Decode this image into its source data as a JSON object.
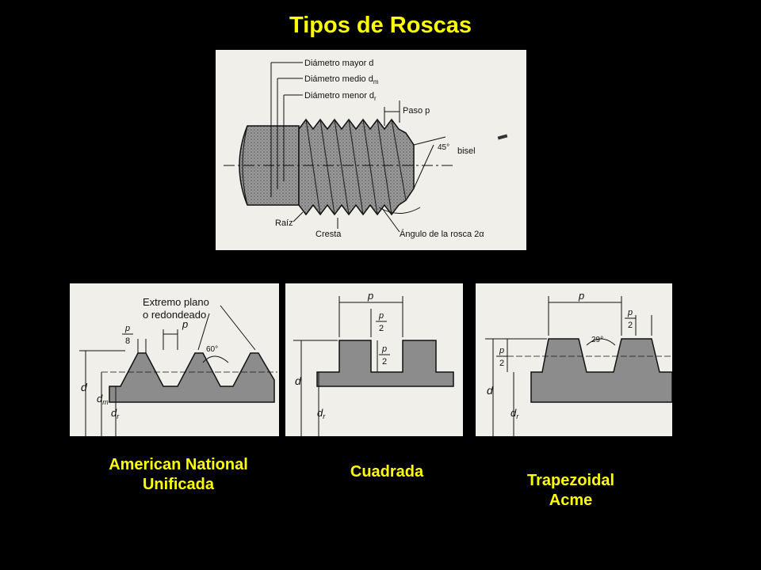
{
  "title": "Tipos de Roscas",
  "main_figure": {
    "diametro_mayor": "Diámetro mayor d",
    "diametro_medio": "Diámetro medio d",
    "diametro_medio_sub": "m",
    "diametro_menor": "Diámetro menor d",
    "diametro_menor_sub": "r",
    "paso": "Paso p",
    "angulo_bisel": "45°",
    "bisel": "bisel",
    "raiz": "Raíz",
    "cresta": "Cresta",
    "angulo_rosca": "Ángulo de la rosca 2α"
  },
  "panels": [
    {
      "name": "American National Unificada",
      "line1": "American National",
      "line2": "Unificada",
      "extremo_line1": "Extremo plano",
      "extremo_line2": "o redondeado",
      "p": "p",
      "p_8_num": "p",
      "p_8_den": "8",
      "angle": "60°",
      "d": "d",
      "dm": "d",
      "dm_sub": "m",
      "dr": "d",
      "dr_sub": "r"
    },
    {
      "name": "Cuadrada",
      "line1": "Cuadrada",
      "p": "p",
      "p2_num": "p",
      "p2_den": "2",
      "d": "d",
      "dr": "d",
      "dr_sub": "r"
    },
    {
      "name": "Trapezoidal Acme",
      "line1": "Trapezoidal",
      "line2": "Acme",
      "p": "p",
      "p2_num": "p",
      "p2_den": "2",
      "angle": "29°",
      "d": "d",
      "dr": "d",
      "dr_sub": "r"
    }
  ],
  "colors": {
    "title": "#ffff00",
    "background": "#000000",
    "paper": "#f1efe9"
  }
}
